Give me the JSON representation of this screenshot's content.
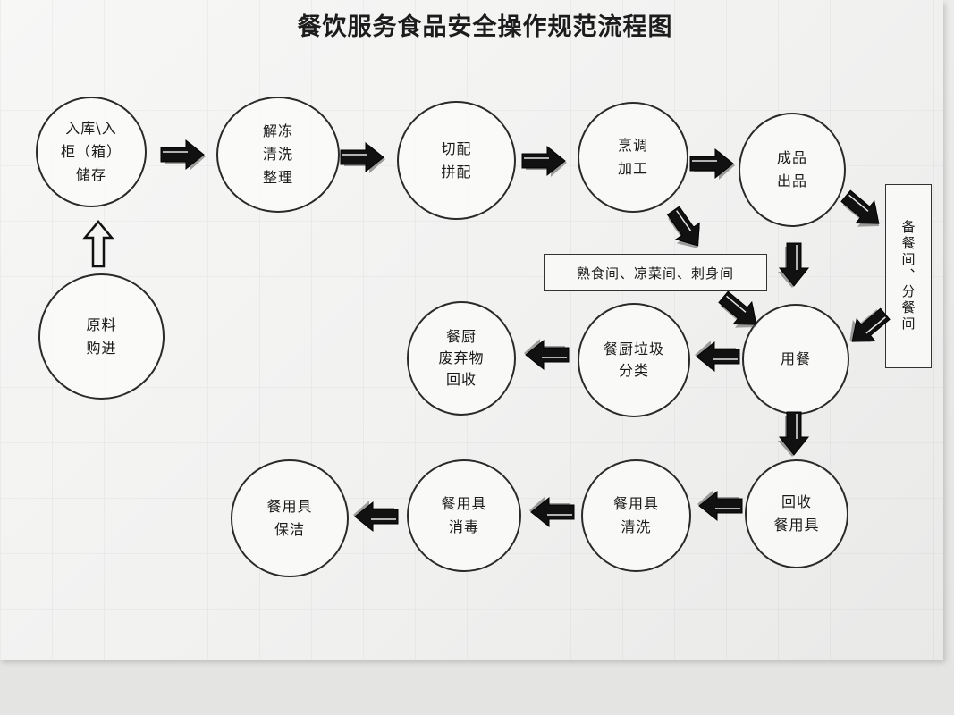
{
  "title": "餐饮服务食品安全操作规范流程图",
  "nodes": {
    "storage": [
      "入库\\入",
      "柜（箱）",
      "储存"
    ],
    "thaw": [
      "解冻",
      "清洗",
      "整理"
    ],
    "cut": [
      "切配",
      "拼配"
    ],
    "cook": [
      "烹调",
      "加工"
    ],
    "finished": [
      "成品",
      "出品"
    ],
    "purchase": [
      "原料",
      "购进"
    ],
    "dining": [
      "用餐"
    ],
    "sort": [
      "餐厨垃圾",
      "分类"
    ],
    "waste": [
      "餐厨",
      "废弃物",
      "回收"
    ],
    "collect": [
      "回收",
      "餐用具"
    ],
    "wash": [
      "餐用具",
      "清洗"
    ],
    "disinfect": [
      "餐用具",
      "消毒"
    ],
    "clean": [
      "餐用具",
      "保洁"
    ]
  },
  "labels": {
    "special_rooms": "熟食间、凉菜间、刺身间",
    "serving_room": "备餐间、分餐间"
  },
  "colors": {
    "ink": "#1c1c1c",
    "paper": "#f4f4f3"
  }
}
